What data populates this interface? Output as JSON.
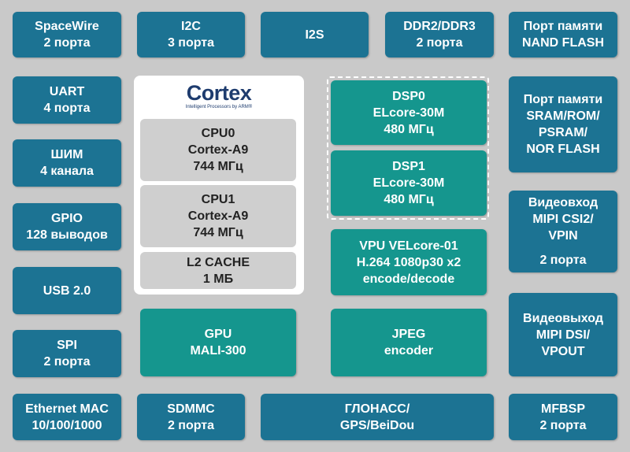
{
  "colors": {
    "background": "#c9c9c9",
    "interface_block": "#1c7393",
    "core_block": "#15968e",
    "cpu_block": "#cfcfcf",
    "cortex_panel": "#ffffff"
  },
  "logo": {
    "word": "Cortex",
    "tagline": "Intelligent Processors by ARM®"
  },
  "blocks": {
    "spacewire": [
      "SpaceWire",
      "2 порта"
    ],
    "i2c": [
      "I2C",
      "3 порта"
    ],
    "i2s": [
      "I2S"
    ],
    "ddr": [
      "DDR2/DDR3",
      "2 порта"
    ],
    "nand": [
      "Порт памяти",
      "NAND FLASH"
    ],
    "uart": [
      "UART",
      "4 порта"
    ],
    "pwm": [
      "ШИМ",
      "4 канала"
    ],
    "gpio": [
      "GPIO",
      "128 выводов"
    ],
    "usb": [
      "USB 2.0"
    ],
    "spi": [
      "SPI",
      "2 порта"
    ],
    "ethernet": [
      "Ethernet MAC",
      "10/100/1000"
    ],
    "sdmmc": [
      "SDMMC",
      "2 порта"
    ],
    "glonass": [
      "ГЛОНАСС/",
      "GPS/BeiDou"
    ],
    "mfbsp": [
      "MFBSP",
      "2 порта"
    ],
    "sram": [
      "Порт памяти",
      "SRAM/ROM/",
      "PSRAM/",
      "NOR FLASH"
    ],
    "vin": [
      "Видеовход",
      "MIPI CSI2/",
      "VPIN",
      "",
      "2 порта"
    ],
    "vout": [
      "Видеовыход",
      "MIPI DSI/",
      "VPOUT"
    ],
    "cpu0": [
      "CPU0",
      "Cortex-A9",
      "744 МГц"
    ],
    "cpu1": [
      "CPU1",
      "Cortex-A9",
      "744 МГц"
    ],
    "l2": [
      "L2 CACHE",
      "1 МБ"
    ],
    "gpu": [
      "GPU",
      "MALI-300"
    ],
    "dsp0": [
      "DSP0",
      "ELcore-30M",
      "480 МГц"
    ],
    "dsp1": [
      "DSP1",
      "ELcore-30M",
      "480 МГц"
    ],
    "vpu": [
      "VPU VELcore-01",
      "H.264 1080p30 x2",
      "encode/decode"
    ],
    "jpeg": [
      "JPEG",
      "encoder"
    ]
  }
}
